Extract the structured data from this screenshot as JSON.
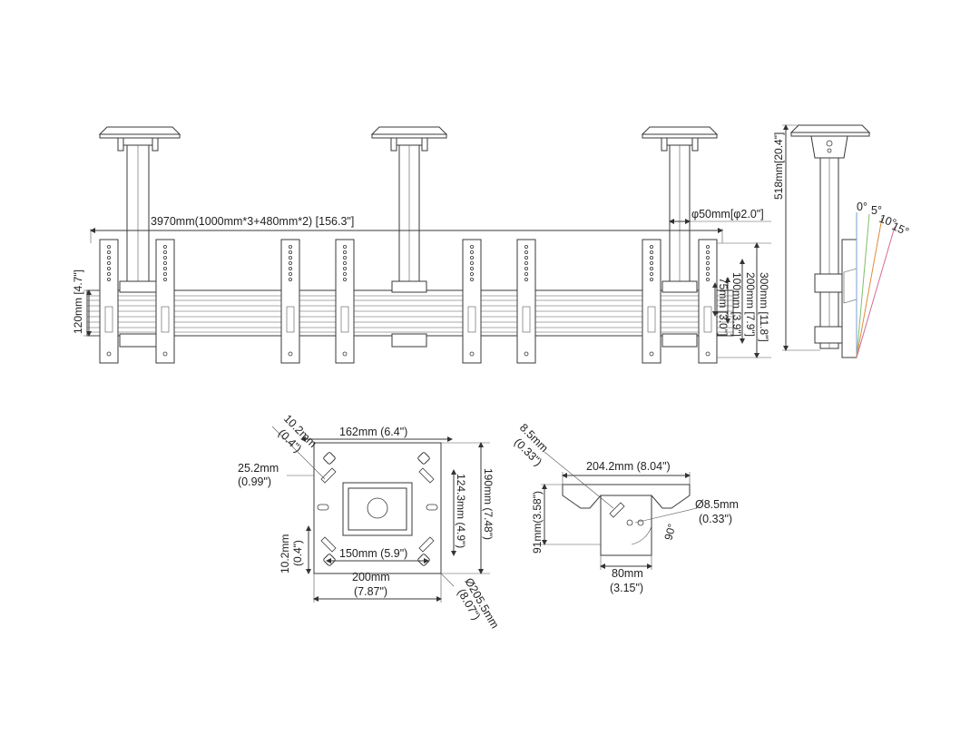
{
  "front_view": {
    "total_width": "3970mm(1000mm*3+480mm*2) [156.3\"]",
    "pole_diameter": "φ50mm[φ2.0\"]",
    "rail_height": "120mm [4.7\"]",
    "vesa_300": "300mm [11.8\"]",
    "vesa_200": "200mm [7.9\"]",
    "vesa_100": "100mm [3.9\"]",
    "vesa_75": "75mm [3.0\"]"
  },
  "side_view": {
    "height": "518mm[20.4\"]",
    "tilt_0": "0°",
    "tilt_5": "5°",
    "tilt_10": "10°",
    "tilt_15": "15°",
    "tilt_colors": [
      "#7a9fd6",
      "#7fbf6a",
      "#e08a3c",
      "#d46a9a"
    ]
  },
  "ceiling_plate": {
    "top_width": "162mm (6.4\")",
    "slot_width_mm": "10.2mm",
    "slot_width_in": "(0.4\")",
    "slot_offset_mm": "25.2mm",
    "slot_offset_in": "(0.99\")",
    "lower_slot_mm": "10.2mm",
    "lower_slot_in": "(0.4\")",
    "hole_spacing": "150mm (5.9\")",
    "plate_width_mm": "200mm",
    "plate_width_in": "(7.87\")",
    "inner_height": "124.3mm (4.9\")",
    "plate_height": "190mm (7.48\")",
    "diagonal_mm": "Ø205.5mm",
    "diagonal_in": "(8.07\")"
  },
  "bracket": {
    "slot_mm": "8.5mm",
    "slot_in": "(0.33\")",
    "width": "204.2mm (8.04\")",
    "hole_mm": "Ø8.5mm",
    "hole_in": "(0.33\")",
    "height": "91mm(3.58\")",
    "angle": "90°",
    "base_mm": "80mm",
    "base_in": "(3.15\")"
  }
}
